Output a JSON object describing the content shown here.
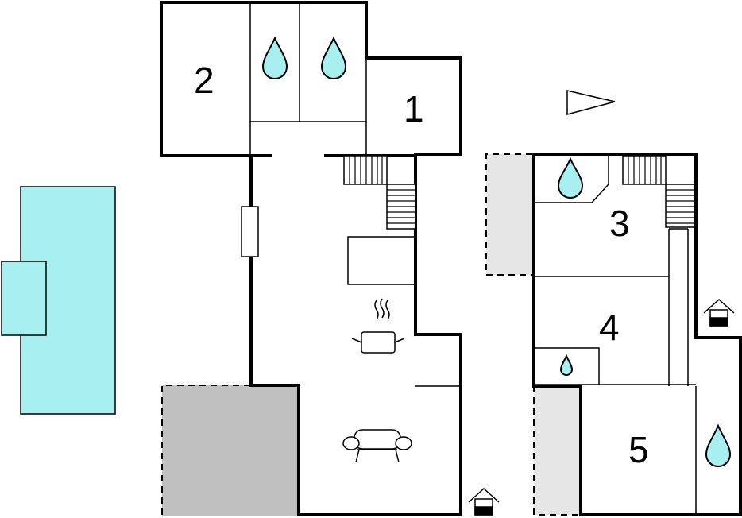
{
  "floorplan": {
    "rooms": [
      {
        "id": "room-1",
        "label": "1"
      },
      {
        "id": "room-2",
        "label": "2"
      },
      {
        "id": "room-3",
        "label": "3"
      },
      {
        "id": "room-4",
        "label": "4"
      },
      {
        "id": "room-5",
        "label": "5"
      }
    ],
    "colors": {
      "pool": "#a8f0f0",
      "water_drop": "#a8f0f0",
      "terrace_dark": "#c0c0c0",
      "terrace_light": "#e6e6e6",
      "wall": "#000000"
    },
    "icons": [
      "water-drop-icon",
      "stairs-icon",
      "cooking-pot-icon",
      "sofa-icon",
      "entrance-icon",
      "north-arrow-icon"
    ]
  }
}
